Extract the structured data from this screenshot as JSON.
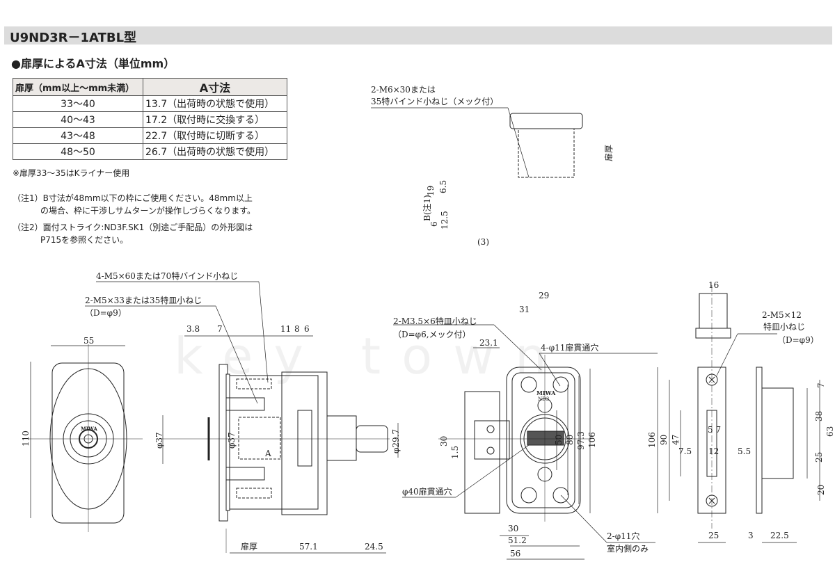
{
  "header": {
    "title": "U9ND3R－1ATBL型"
  },
  "section": {
    "title": "●扉厚によるA寸法（単位mm）"
  },
  "table": {
    "headers": [
      "扉厚（mm以上～mm未満）",
      "A寸法"
    ],
    "rows": [
      [
        "33～40",
        "13.7（出荷時の状態で使用）"
      ],
      [
        "40～43",
        "17.2（取付時に交換する）"
      ],
      [
        "43～48",
        "22.7（取付時に切断する）"
      ],
      [
        "48～50",
        "26.7（出荷時の状態で使用）"
      ]
    ]
  },
  "notes": {
    "footnote": "※扉厚33～35はKライナー使用",
    "note1_line1": "（注1）B寸法が48mm以下の枠にご使用ください。48mm以上",
    "note1_line2": "の場合、枠に干渉しサムターンが操作しづらくなります。",
    "note2_line1": "（注2）面付ストライク:ND3F.SK1（別途ご手配品）の外形図は",
    "note2_line2": "P715を参照ください。"
  },
  "watermark": "key town",
  "brand": {
    "logo": "MIWA",
    "model": "ND3"
  },
  "dims": {
    "top": {
      "screw1": "2-M6×30または",
      "screw2": "35特バインド小ねじ（メック付）",
      "door": "扉厚",
      "d19": "19",
      "d65": "6.5",
      "b": "B(注1)",
      "d6": "6",
      "d125": "12.5",
      "d3": "(3)",
      "d29": "29",
      "d31": "31"
    },
    "left": {
      "screwA": "4-M5×60または70特バインド小ねじ",
      "screwB1": "2-M5×33または35特皿小ねじ",
      "screwB2": "（D=φ9）",
      "d38": "3.8",
      "d7": "7",
      "d11": "11",
      "d8": "8",
      "d6": "6",
      "d55": "55",
      "d110": "110",
      "phi37a": "φ37",
      "phi37b": "φ37",
      "a": "A",
      "phi297": "φ29.7",
      "door": "扉厚",
      "d571": "57.1",
      "d245": "24.5"
    },
    "mid": {
      "screw1": "2-M3.5×6特皿小ねじ",
      "screw2": "（D=φ6,メック付）",
      "d231": "23.1",
      "hole4": "4-φ11扉貫通穴",
      "d30v": "30",
      "d15": "1.5",
      "d50": "50",
      "d80": "80",
      "d973": "97.3",
      "d106": "106",
      "hole40": "φ40扉貫通穴",
      "d30": "30",
      "d512": "51.2",
      "d56": "56",
      "hole2a": "2-φ11穴",
      "hole2b": "室内側のみ"
    },
    "right": {
      "d16": "16",
      "screw1": "2-M5×12",
      "screw2": "特皿小ねじ",
      "screw3": "（D=φ9）",
      "d106": "106",
      "d90": "90",
      "d47": "47",
      "d57": "5 7",
      "d75": "7.5",
      "d12": "12",
      "d55": "5.5",
      "d7": "7",
      "d38": "38",
      "d63": "63",
      "d25v": "25",
      "d20": "20",
      "d25": "25",
      "d3": "3",
      "d225": "22.5"
    }
  }
}
